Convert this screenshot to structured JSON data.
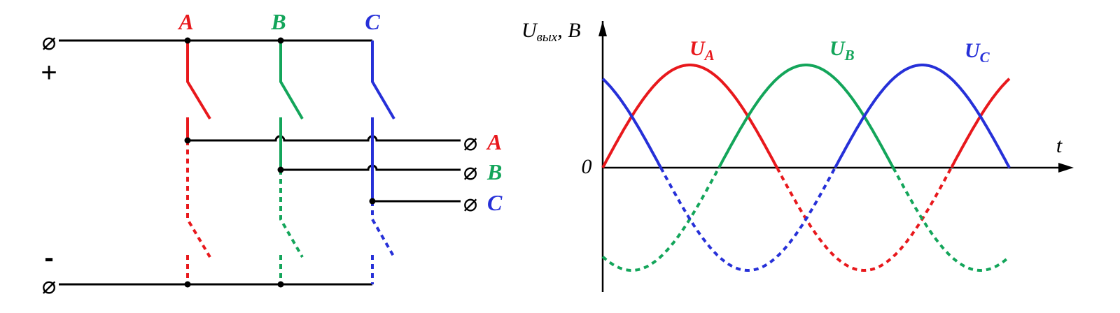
{
  "colors": {
    "phase_a": "#e8181c",
    "phase_b": "#13a55a",
    "phase_c": "#2630d8",
    "wire": "#000000"
  },
  "circuit": {
    "terminal_symbol": "⌀",
    "plus_label": "+",
    "minus_label": "-",
    "phase_labels": [
      "A",
      "B",
      "C"
    ],
    "output_labels": [
      "A",
      "B",
      "C"
    ]
  },
  "graph": {
    "y_axis_main": "U",
    "y_axis_sub": "вых",
    "y_axis_unit": ", B",
    "x_axis_label": "t",
    "origin_label": "0",
    "curve_letter": "U",
    "curve_subscripts": [
      "A",
      "B",
      "C"
    ]
  },
  "chart_data": {
    "type": "line",
    "title": "",
    "xlabel": "t",
    "ylabel": "Uвых, B",
    "description": "three-phase voltages shifted by 120 degrees; positive half-waves solid, negative half-waves dashed",
    "x_unit": "degrees of period",
    "x": [
      0,
      30,
      60,
      90,
      120,
      150,
      180,
      210,
      240,
      270,
      300,
      330,
      360,
      390,
      420
    ],
    "series": [
      {
        "name": "UA",
        "phase_deg": 0,
        "values": [
          0,
          0.5,
          0.866,
          1,
          0.866,
          0.5,
          0,
          -0.5,
          -0.866,
          -1,
          -0.866,
          -0.5,
          0,
          0.5,
          0.866
        ]
      },
      {
        "name": "UB",
        "phase_deg": 120,
        "values": [
          -0.866,
          -1,
          -0.866,
          -0.5,
          0,
          0.5,
          0.866,
          1,
          0.866,
          0.5,
          0,
          -0.5,
          -0.866,
          -1,
          -0.866
        ]
      },
      {
        "name": "UC",
        "phase_deg": 240,
        "values": [
          0.866,
          0.5,
          0,
          -0.5,
          -0.866,
          -1,
          -0.866,
          -0.5,
          0,
          0.5,
          0.866,
          1,
          0.866,
          0.5,
          0
        ]
      }
    ],
    "grid": false,
    "legend": "none"
  }
}
